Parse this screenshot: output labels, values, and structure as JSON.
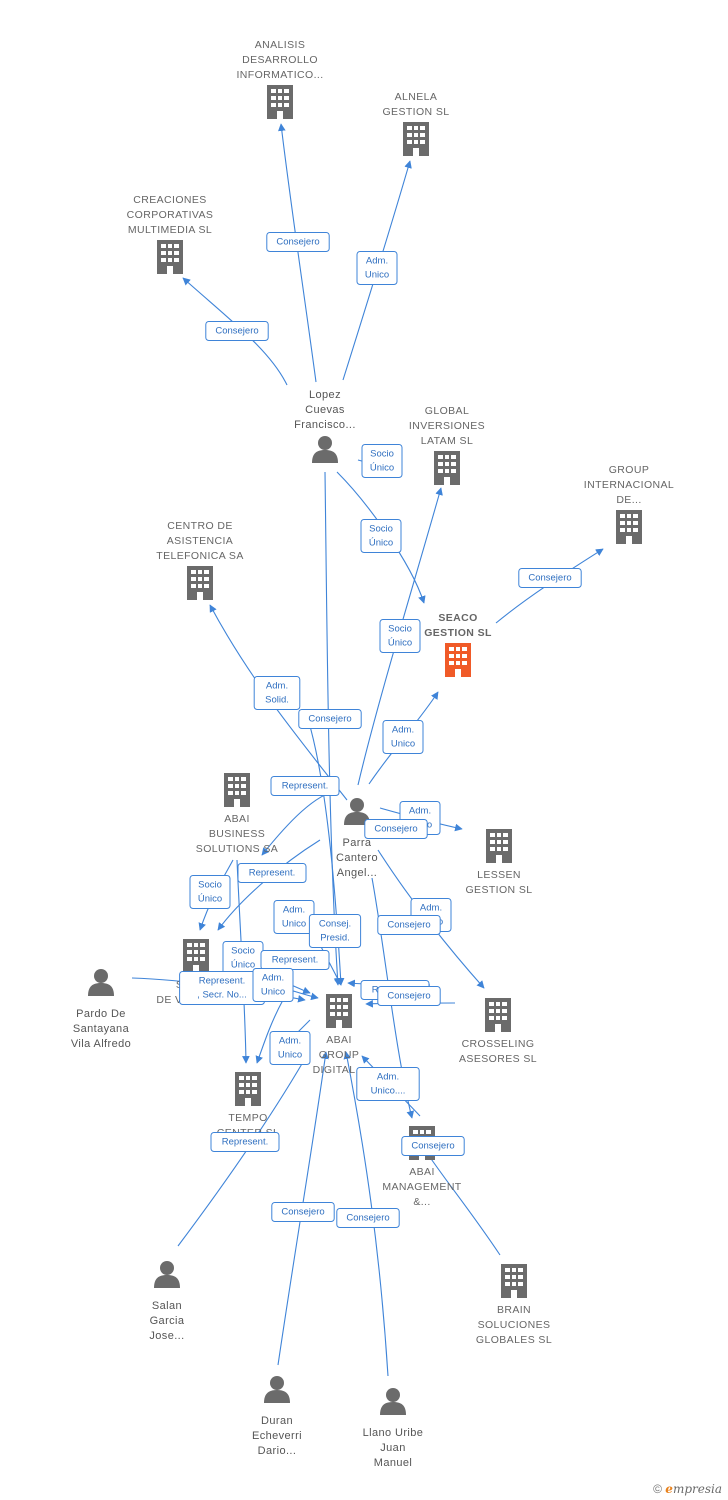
{
  "nodes": [
    {
      "id": "analisis",
      "type": "company",
      "lines": [
        "ANALISIS",
        "DESARROLLO",
        "INFORMATICO..."
      ]
    },
    {
      "id": "alnela",
      "type": "company",
      "lines": [
        "ALNELA",
        "GESTION  SL"
      ]
    },
    {
      "id": "creaciones",
      "type": "company",
      "lines": [
        "CREACIONES",
        "CORPORATIVAS",
        "MULTIMEDIA SL"
      ]
    },
    {
      "id": "lopez",
      "type": "person",
      "lines": [
        "Lopez",
        "Cuevas",
        "Francisco..."
      ]
    },
    {
      "id": "global",
      "type": "company",
      "lines": [
        "GLOBAL",
        "INVERSIONES",
        "LATAM  SL"
      ]
    },
    {
      "id": "group_int",
      "type": "company",
      "lines": [
        "GROUP",
        "INTERNACIONAL",
        "DE..."
      ]
    },
    {
      "id": "centro",
      "type": "company",
      "lines": [
        "CENTRO DE",
        "ASISTENCIA",
        "TELEFONICA SA"
      ]
    },
    {
      "id": "seaco",
      "type": "company",
      "focus": true,
      "lines": [
        "SEACO",
        "GESTION  SL"
      ]
    },
    {
      "id": "abai_business",
      "type": "company",
      "lines": [
        "ABAI",
        "BUSINESS",
        "SOLUTIONS SA"
      ]
    },
    {
      "id": "parra",
      "type": "person",
      "lines": [
        "Parra",
        "Cantero",
        "Angel..."
      ]
    },
    {
      "id": "lessen",
      "type": "company",
      "lines": [
        "LESSEN",
        "GESTION  SL"
      ]
    },
    {
      "id": "pardo",
      "type": "person",
      "lines": [
        "Pardo De",
        "Santayana",
        "Vila Alfredo"
      ]
    },
    {
      "id": "soluciones_ventas",
      "type": "company",
      "lines": [
        "SOLU...",
        "DE VENTAS  SL"
      ]
    },
    {
      "id": "abai_group",
      "type": "company",
      "lines": [
        "ABAI",
        "GROUP",
        "DIGITAL..."
      ]
    },
    {
      "id": "crosseling",
      "type": "company",
      "lines": [
        "CROSSELING",
        "ASESORES  SL"
      ]
    },
    {
      "id": "tempo",
      "type": "company",
      "lines": [
        "TEMPO",
        "CENTER  SL"
      ]
    },
    {
      "id": "abai_management",
      "type": "company",
      "lines": [
        "ABAI",
        "MANAGEMENT",
        "&..."
      ]
    },
    {
      "id": "salan",
      "type": "person",
      "lines": [
        "Salan",
        "Garcia",
        "Jose..."
      ]
    },
    {
      "id": "brain",
      "type": "company",
      "lines": [
        "BRAIN",
        "SOLUCIONES",
        "GLOBALES  SL"
      ]
    },
    {
      "id": "duran",
      "type": "person",
      "lines": [
        "Duran",
        "Echeverri",
        "Dario..."
      ]
    },
    {
      "id": "llano",
      "type": "person",
      "lines": [
        "Llano Uribe",
        "Juan",
        "Manuel"
      ]
    }
  ],
  "relations": [
    {
      "from": "lopez",
      "to": "analisis",
      "label": [
        "Consejero"
      ]
    },
    {
      "from": "lopez",
      "to": "alnela",
      "label": [
        "Adm.",
        "Unico"
      ]
    },
    {
      "from": "lopez",
      "to": "creaciones",
      "label": [
        "Consejero"
      ]
    },
    {
      "from": "lopez",
      "to": "global",
      "label": [
        "Socio",
        "Único"
      ]
    },
    {
      "from": "lopez",
      "to": "seaco",
      "label": [
        "Socio",
        "Único"
      ]
    },
    {
      "from": "lopez",
      "to": "abai_group",
      "label": []
    },
    {
      "from": "seaco",
      "to": "group_int",
      "label": [
        "Consejero"
      ]
    },
    {
      "from": "parra",
      "to": "global",
      "label": [
        "Socio",
        "Único"
      ]
    },
    {
      "from": "parra",
      "to": "seaco",
      "label": [
        "Adm.",
        "Unico"
      ]
    },
    {
      "from": "parra",
      "to": "centro",
      "label": [
        "Adm.",
        "Solid."
      ]
    },
    {
      "from": "parra",
      "to": "abai_group",
      "label": [
        "Consejero"
      ]
    },
    {
      "from": "parra",
      "to": "abai_business",
      "label": [
        "Represent."
      ]
    },
    {
      "from": "parra",
      "to": "lessen",
      "label": [
        "Adm.",
        "Unico"
      ]
    },
    {
      "from": "parra",
      "to": "lessen",
      "label": [
        "Consejero"
      ]
    },
    {
      "from": "parra",
      "to": "soluciones_ventas",
      "label": [
        "Represent."
      ]
    },
    {
      "from": "parra",
      "to": "crosseling",
      "label": [
        "Adm.",
        "Unico"
      ]
    },
    {
      "from": "parra",
      "to": "abai_management",
      "label": [
        "Consejero"
      ]
    },
    {
      "from": "abai_business",
      "to": "soluciones_ventas",
      "label": [
        "Socio",
        "Único"
      ]
    },
    {
      "from": "abai_business",
      "to": "tempo",
      "label": [
        "Socio",
        "Único"
      ]
    },
    {
      "from": "abai_business",
      "to": "abai_group",
      "label": [
        "Adm.",
        "Unico"
      ]
    },
    {
      "from": "abai_business",
      "to": "abai_group",
      "label": [
        "Consej.",
        "Presid."
      ]
    },
    {
      "from": "pardo",
      "to": "abai_group",
      "label": [
        "Represent.",
        ", Secr. No..."
      ]
    },
    {
      "from": "abai_business",
      "to": "abai_group",
      "label": [
        "Represent."
      ]
    },
    {
      "from": "soluciones_ventas",
      "to": "tempo",
      "label": [
        "Adm.",
        "Unico"
      ]
    },
    {
      "from": "lessen",
      "to": "abai_group",
      "label": [
        "Represent."
      ]
    },
    {
      "from": "crosseling",
      "to": "abai_group",
      "label": [
        "Consejero"
      ]
    },
    {
      "from": "abai_group",
      "to": "tempo",
      "label": [
        "Adm.",
        "Unico"
      ]
    },
    {
      "from": "abai_group",
      "to": "abai_management",
      "label": [
        "Adm.",
        "Unico...."
      ]
    },
    {
      "from": "brain",
      "to": "abai_management",
      "label": [
        "Consejero"
      ]
    },
    {
      "from": "salan",
      "to": "abai_group",
      "label": [
        "Represent."
      ]
    },
    {
      "from": "duran",
      "to": "abai_group",
      "label": [
        "Consejero"
      ]
    },
    {
      "from": "llano",
      "to": "abai_group",
      "label": [
        "Consejero"
      ]
    }
  ],
  "brand": {
    "copyright": "©",
    "prefix": "e",
    "name": "mpresia"
  },
  "colors": {
    "edge": "#3f84d8",
    "icon": "#6b6b6b",
    "focus_icon": "#f05a28",
    "label_text": "#2f6fc0"
  }
}
